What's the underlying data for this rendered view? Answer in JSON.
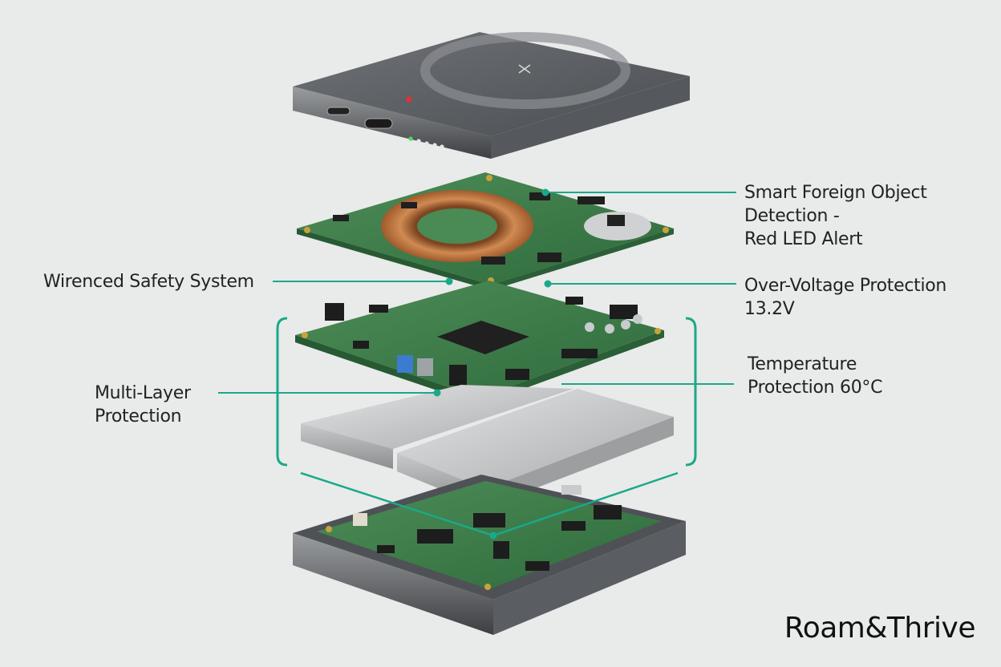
{
  "callouts": {
    "foreign_object": {
      "lines": [
        "Smart Foreign Object",
        "Detection -",
        "Red LED Alert"
      ]
    },
    "wirenced": {
      "lines": [
        "Wirenced Safety System"
      ]
    },
    "over_voltage": {
      "lines": [
        "Over-Voltage Protection",
        "13.2V"
      ]
    },
    "temperature": {
      "lines": [
        "Temperature",
        "Protection 60°C"
      ]
    },
    "multi_layer": {
      "lines": [
        "Multi-Layer",
        "Protection"
      ]
    }
  },
  "brand": "Roam&Thrive",
  "colors": {
    "accent": "#1aa88a",
    "background": "#e9eaea",
    "pcb": "#3f7d4a",
    "shell": "#5b5e62",
    "copper": "#c07a45",
    "led_red": "#e8302c",
    "led_green": "#4cd964"
  },
  "icons": {
    "logo": "wireless-charging-x-icon",
    "status_leds": "battery-level-dots-icon"
  }
}
